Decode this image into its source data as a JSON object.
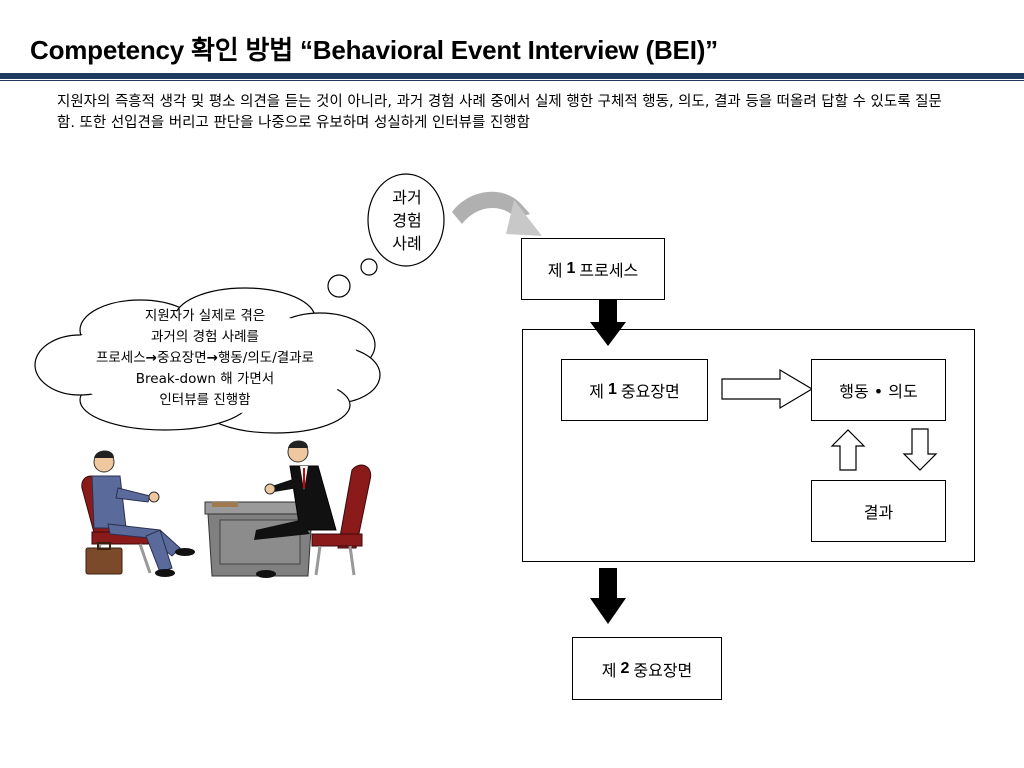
{
  "slide": {
    "title": "Competency 확인 방법 “Behavioral Event Interview (BEI)”",
    "description": "지원자의 즉흥적 생각 및 평소 의견을 듣는 것이 아니라, 과거 경험 사례 중에서 실제 행한 구체적 행동, 의도, 결과 등을 떠올려 답할 수 있도록 질문함. 또한 선입견을 버리고 판단을 나중으로 유보하며 성실하게 인터뷰를 진행함"
  },
  "thought_small": {
    "line1": "과거",
    "line2": "경험",
    "line3": "사례"
  },
  "thought_big": {
    "line1": "지원자가 실제로 겪은",
    "line2": "과거의 경험 사례를",
    "line3_a": "프로세스",
    "line3_b": "중요장면",
    "line3_c": "행동/의도/결과로",
    "line3_arrow": "→",
    "line4": "Break-down 해 가면서",
    "line5": "인터뷰를 진행함"
  },
  "flow": {
    "process1": {
      "prefix": "제",
      "num": "1",
      "suffix": "프로세스"
    },
    "scene1": {
      "prefix": "제",
      "num": "1",
      "suffix": "중요장면"
    },
    "action": "행동 • 의도",
    "result": "결과",
    "scene2": {
      "prefix": "제",
      "num": "2",
      "suffix": "중요장면"
    }
  },
  "colors": {
    "title_rule": "#1f3a5f",
    "chair": "#8b1a1a",
    "suit": "#5a6a9a",
    "desk": "#808080"
  }
}
